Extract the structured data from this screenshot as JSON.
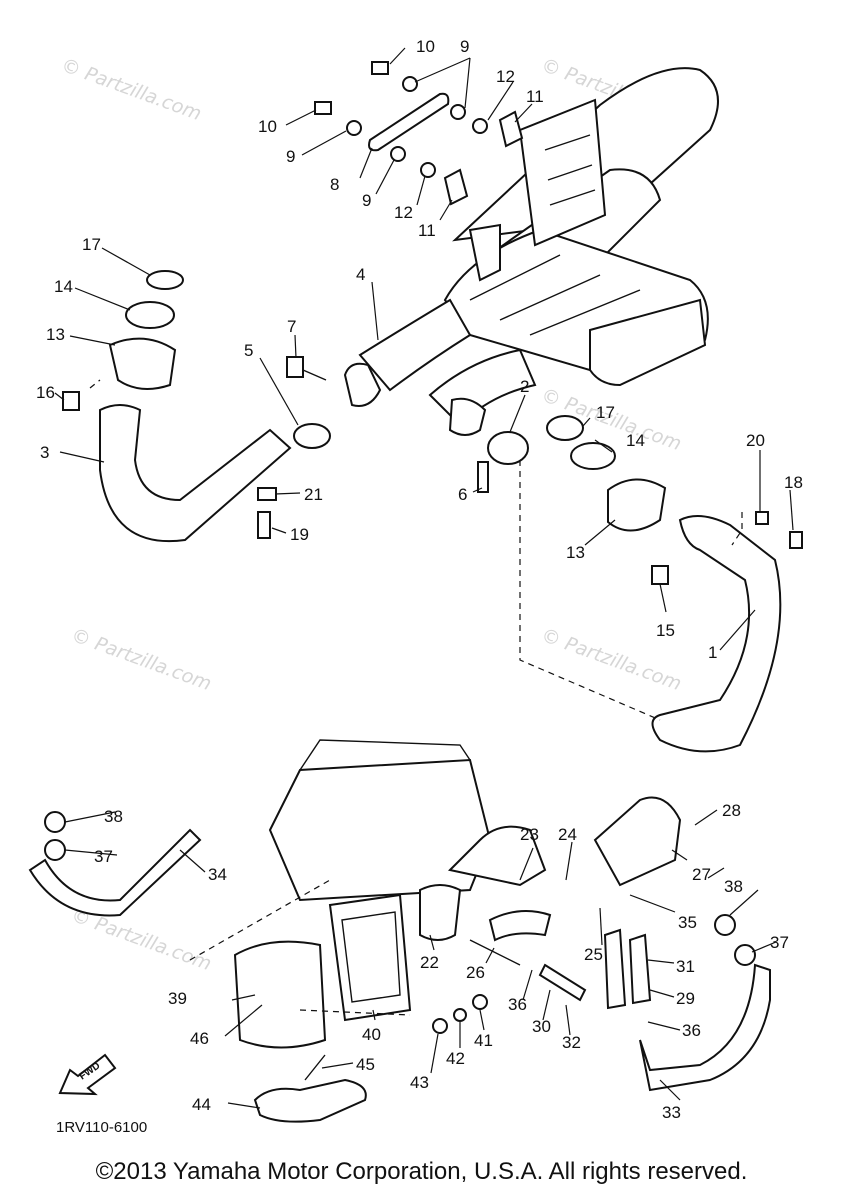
{
  "diagram_code": "1RV110-6100",
  "fwd_label": "FWD",
  "copyright": "©2013 Yamaha Motor Corporation, U.S.A. All rights reserved.",
  "watermark": "© Partzilla.com",
  "callouts": [
    "1",
    "2",
    "3",
    "4",
    "5",
    "6",
    "7",
    "8",
    "9",
    "10",
    "11",
    "12",
    "13",
    "14",
    "15",
    "16",
    "17",
    "18",
    "19",
    "20",
    "21",
    "22",
    "23",
    "24",
    "25",
    "26",
    "27",
    "28",
    "29",
    "30",
    "31",
    "32",
    "33",
    "34",
    "35",
    "36",
    "37",
    "38",
    "39",
    "40",
    "41",
    "42",
    "43",
    "44",
    "45",
    "46"
  ],
  "colors": {
    "line": "#111111",
    "watermark": "#d6d6d6",
    "background": "#ffffff"
  }
}
